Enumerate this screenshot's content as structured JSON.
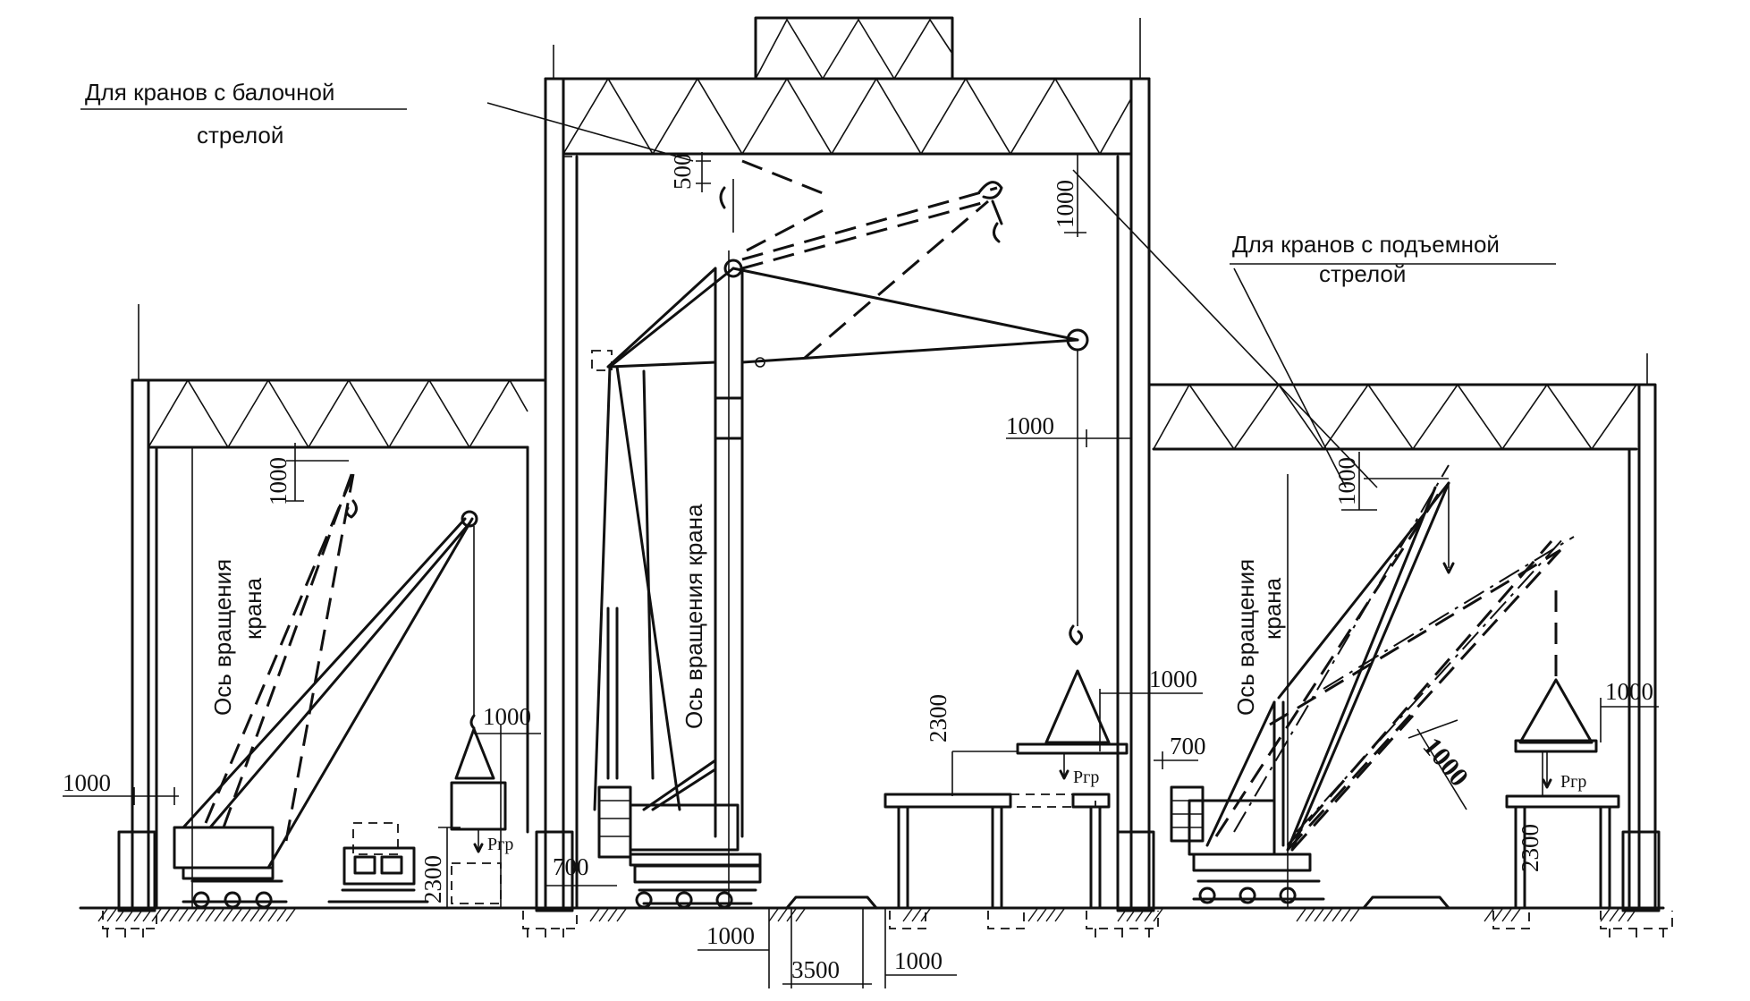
{
  "callouts": {
    "beam_boom_line1": "Для кранов с  балочной",
    "beam_boom_line2": "стрелой",
    "lifting_boom_line1": "Для кранов с подъемной",
    "lifting_boom_line2": "стрелой"
  },
  "axis_labels": {
    "left_line1": "Ось вращения",
    "left_line2": "крана",
    "center": "Ось вращения крана",
    "right_line1": "Ось вращения",
    "right_line2": "крана"
  },
  "load_labels": {
    "left": "Pгр",
    "center": "Pгр",
    "right": "Pгр"
  },
  "dimensions": {
    "top_500": "500",
    "top_1000": "1000",
    "center_right_1000": "1000",
    "left_hook_1000": "1000",
    "left_column_1000": "1000",
    "left_load_1000": "1000",
    "left_load_2300": "2300",
    "center_700": "700",
    "center_platform_2300": "2300",
    "center_load_1000": "1000",
    "right_700": "700",
    "right_hook_1000": "1000",
    "right_slanted_1000": "1000",
    "right_load_1000": "1000",
    "right_platform_2300": "2300",
    "bottom_1000_left": "1000",
    "bottom_3500": "3500",
    "bottom_1000_right": "1000"
  }
}
